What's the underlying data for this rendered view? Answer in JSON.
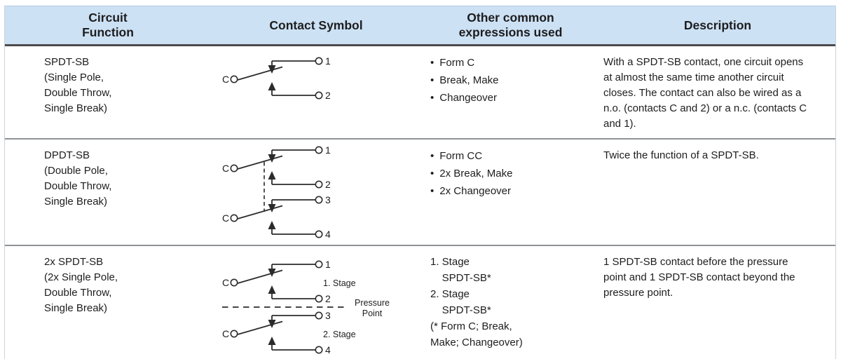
{
  "table": {
    "header": {
      "col1": "Circuit Function",
      "col2": "Contact Symbol",
      "col3": "Other common expressions used",
      "col4": "Description"
    },
    "rows": [
      {
        "function": "SPDT-SB\n(Single Pole,\nDouble Throw,\nSingle Break)",
        "expressions": [
          "Form C",
          "Break, Make",
          "Changeover"
        ],
        "description": "With a SPDT-SB contact, one circuit opens at almost the same time another circuit closes. The contact can also be wired as a n.o. (contacts C and 2) or a n.c. (contacts C and 1).",
        "symbol": {
          "icon": "spdt-sb-contact-symbol",
          "common": "C",
          "t1": "1",
          "t2": "2"
        }
      },
      {
        "function": "DPDT-SB\n(Double Pole,\nDouble Throw,\nSingle Break)",
        "expressions": [
          "Form CC",
          "2x Break, Make",
          "2x Changeover"
        ],
        "description": "Twice the function of a SPDT-SB.",
        "symbol": {
          "icon": "dpdt-sb-contact-symbol",
          "common1": "C",
          "common2": "C",
          "t1": "1",
          "t2": "2",
          "t3": "3",
          "t4": "4"
        }
      },
      {
        "function": "2x SPDT-SB\n(2x Single Pole,\nDouble Throw,\nSingle Break)",
        "expressions_text": "1. Stage\n    SPDT-SB*\n2. Stage\n    SPDT-SB*\n(* Form C; Break,\nMake; Changeover)",
        "description": "1 SPDT-SB contact before the pressure point and 1 SPDT-SB contact beyond the pressure point.",
        "symbol": {
          "icon": "2x-spdt-sb-contact-symbol",
          "common1": "C",
          "common2": "C",
          "t1": "1",
          "t2": "2",
          "t3": "3",
          "t4": "4",
          "stage1": "1. Stage",
          "stage2": "2. Stage",
          "pressure_line1": "Pressure",
          "pressure_line2": "Point"
        }
      }
    ]
  }
}
